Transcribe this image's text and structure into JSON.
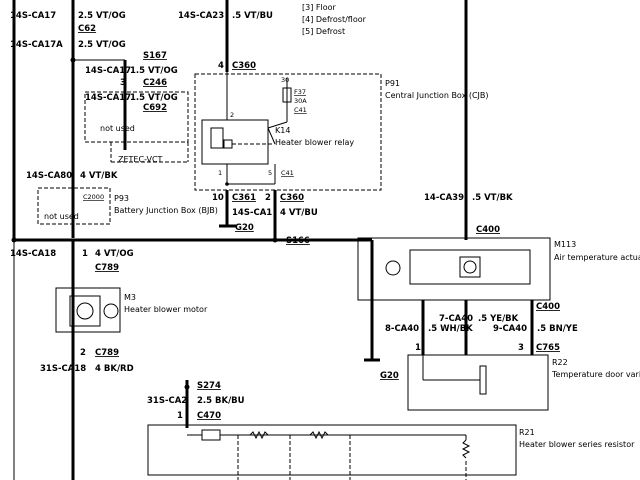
{
  "legend": {
    "items": [
      "[3] Floor",
      "[4] Defrost/floor",
      "[5] Defrost"
    ]
  },
  "wires": {
    "left_top_1": {
      "circuit": "14S-CA17",
      "spec": "2.5 VT/OG"
    },
    "c62": "C62",
    "left_top_2": {
      "circuit": "14S-CA17A",
      "spec": "2.5 VT/OG"
    },
    "s167": "S167",
    "pin1_c246": {
      "circuit": "14S-CA17",
      "pin": "1",
      "spec": "1.5 VT/OG"
    },
    "c246": {
      "pin": "3",
      "connector": "C246"
    },
    "pin_c692": {
      "circuit": "14S-CA17",
      "spec": "1.5 VT/OG"
    },
    "c692": "C692",
    "ca80": {
      "circuit": "14S-CA80",
      "spec": "4 VT/BK"
    },
    "c2000": "C2000",
    "ca23": {
      "circuit": "14S-CA23",
      "spec": ".5 VT/BU"
    },
    "c360_top": {
      "pin": "4",
      "connector": "C360"
    },
    "c361": {
      "pin": "10",
      "connector": "C361"
    },
    "c360_bot": {
      "pin": "2",
      "connector": "C360"
    },
    "ca1": {
      "circuit": "14S-CA1",
      "spec": "4 VT/BU"
    },
    "g20_top": "G20",
    "s166": "S166",
    "ca39": {
      "circuit": "14-CA39",
      "spec": ".5 VT/BK"
    },
    "c400_top": "C400",
    "c400_bot": "C400",
    "ca18": {
      "circuit": "14S-CA18",
      "pin": "1",
      "spec": "4 VT/OG"
    },
    "c789_top": "C789",
    "c789_bot": {
      "pin": "2",
      "connector": "C789"
    },
    "ca18_bot": {
      "circuit": "31S-CA18",
      "spec": "4 BK/RD"
    },
    "s274": "S274",
    "ca2": {
      "circuit": "31S-CA2",
      "spec": "2.5 BK/BU"
    },
    "c470": {
      "pin": "1",
      "connector": "C470"
    },
    "ca40_8": {
      "circuit": "8-CA40",
      "spec": ".5 WH/BK",
      "pin": "1"
    },
    "ca40_7": {
      "circuit": "7-CA40",
      "spec": ".5 YE/BK"
    },
    "ca40_9": {
      "circuit": "9-CA40",
      "spec": ".5 BN/YE",
      "pin": "3"
    },
    "c765": "C765",
    "g20_right": "G20"
  },
  "components": {
    "not_used_1": "not used",
    "zetec": "ZETEC-VCT",
    "not_used_2": "not used",
    "p93": {
      "id": "P93",
      "name": "Battery Junction Box (BJB)"
    },
    "p91": {
      "id": "P91",
      "name": "Central Junction Box (CJB)"
    },
    "f37": {
      "id": "F37",
      "rating": "30A",
      "connector": "C41"
    },
    "k14": {
      "id": "K14",
      "name": "Heater blower relay"
    },
    "relay_pins": {
      "p30": "30",
      "p2": "2",
      "p1": "1",
      "p5": "5",
      "c41": "C41"
    },
    "m113": {
      "id": "M113",
      "name": "Air temperature actuator"
    },
    "m3": {
      "id": "M3",
      "name": "Heater blower motor"
    },
    "r22": {
      "id": "R22",
      "name": "Temperature door variable resistor"
    },
    "r21": {
      "id": "R21",
      "name": "Heater blower series resistor"
    }
  },
  "colors": {
    "wire": "#000000",
    "background": "#ffffff"
  }
}
